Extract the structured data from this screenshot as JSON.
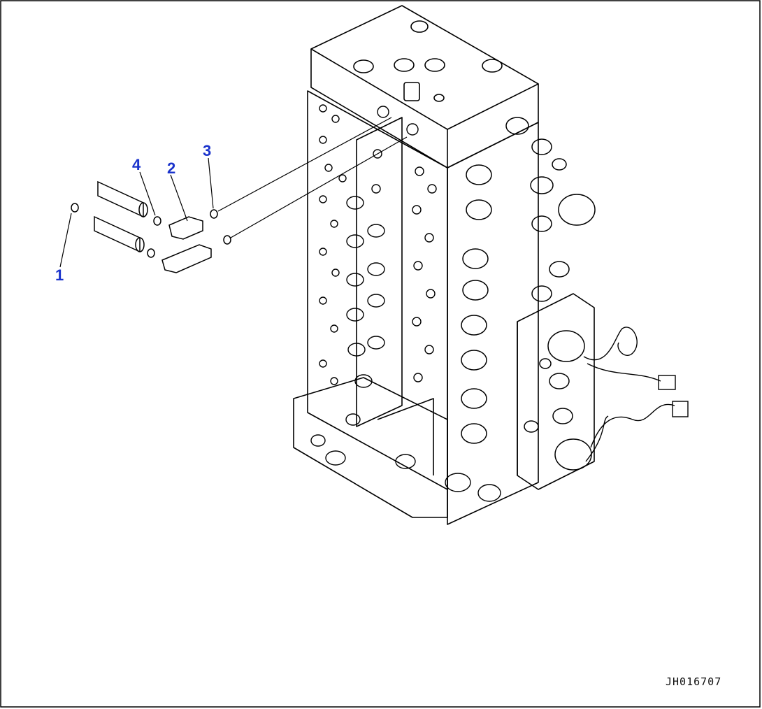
{
  "callouts": [
    {
      "id": "1",
      "label": "1"
    },
    {
      "id": "2",
      "label": "2"
    },
    {
      "id": "3",
      "label": "3"
    },
    {
      "id": "4",
      "label": "4"
    }
  ],
  "drawing_code": "JH016707",
  "colors": {
    "callout": "#1a33cc",
    "line": "#000000",
    "background": "#ffffff"
  }
}
